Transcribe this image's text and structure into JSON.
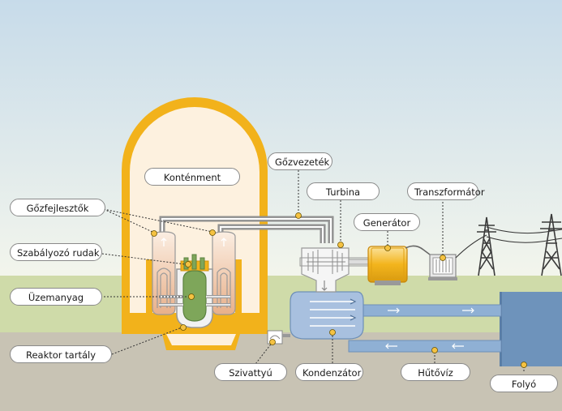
{
  "labels": {
    "kontenment": "Konténment",
    "gozvezetek": "Gőzvezeték",
    "turbina": "Turbina",
    "transzformator": "Transzformátor",
    "gozfejlesztok": "Gőzfejlesztők",
    "generator": "Generátor",
    "szabalyozo_rudak": "Szabályozó rudak",
    "uzemanyag": "Üzemanyag",
    "reaktor_tartaly": "Reaktor tartály",
    "szivattyu": "Szivattyú",
    "kondenzator": "Kondenzátor",
    "hutoviz": "Hűtővíz",
    "folyo": "Folyó"
  },
  "colors": {
    "sky_top": "#c9dcea",
    "sky_bottom": "#f3f6ee",
    "grass": "#cdd9a8",
    "ground": "#c7c2b3",
    "containment": "#f2b21b",
    "containment_inside": "#fdf0dd",
    "river": "#6e93bb",
    "fuel": "#7ea65a",
    "condenser": "#a8c0df",
    "marker": "#f5c242"
  }
}
